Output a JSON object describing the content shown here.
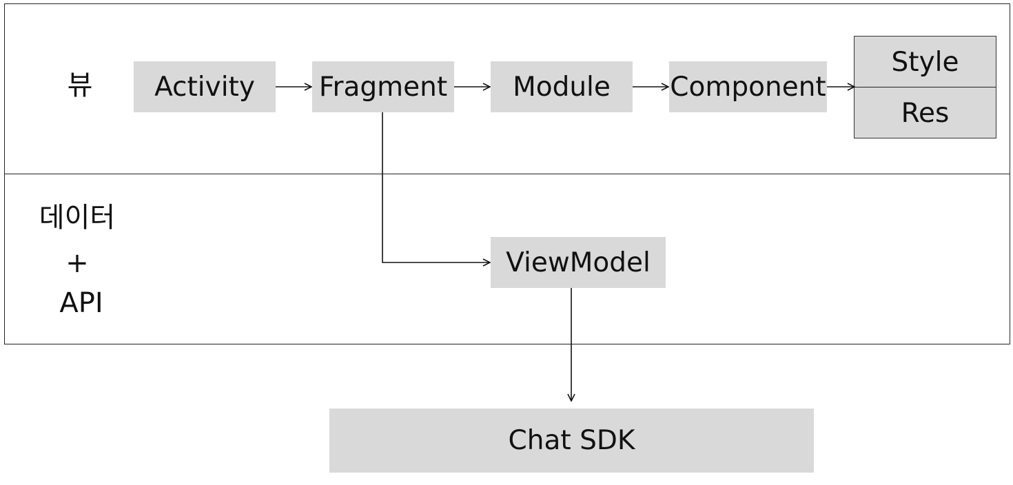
{
  "lanes": {
    "view": {
      "label": "뷰"
    },
    "data": {
      "label_line1": "데이터",
      "label_line2": "+",
      "label_line3": "API"
    }
  },
  "nodes": {
    "activity": "Activity",
    "fragment": "Fragment",
    "module": "Module",
    "component": "Component",
    "style": "Style",
    "res": "Res",
    "viewmodel": "ViewModel",
    "chat_sdk": "Chat SDK"
  },
  "edges": [
    {
      "from": "activity",
      "to": "fragment"
    },
    {
      "from": "fragment",
      "to": "module"
    },
    {
      "from": "module",
      "to": "component"
    },
    {
      "from": "component",
      "to": "style-res"
    },
    {
      "from": "fragment",
      "to": "viewmodel"
    },
    {
      "from": "viewmodel",
      "to": "chat_sdk"
    }
  ],
  "colors": {
    "node_fill": "#d9d9d9",
    "line": "#111111",
    "lane_border": "#222222"
  }
}
